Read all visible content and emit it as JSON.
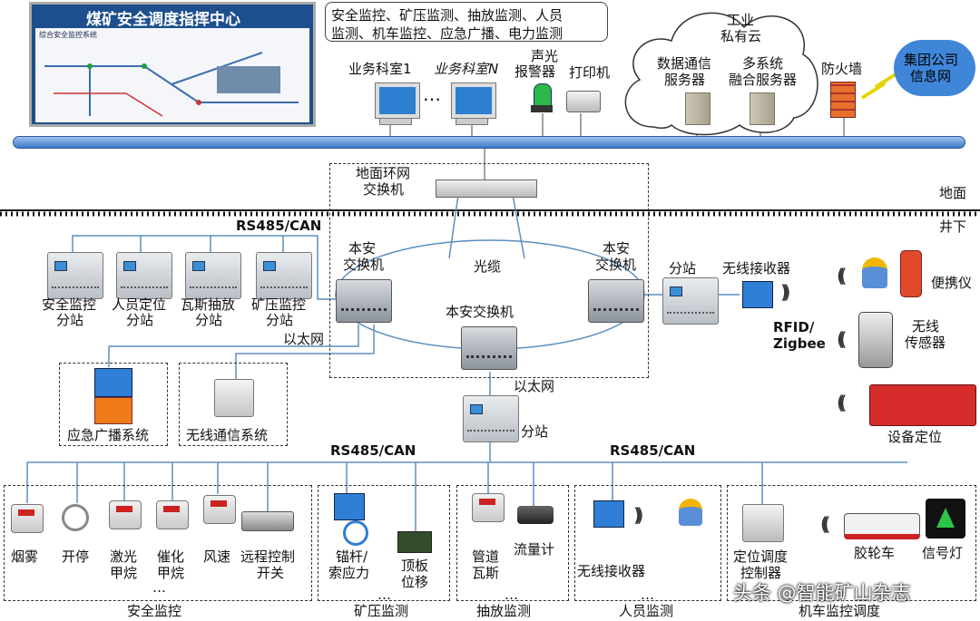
{
  "screen_title": "煤矿安全调度指挥中心",
  "screen_subtitle": "综合安全监控系统",
  "services_text_line1": "安全监控、矿压监测、抽放监测、人员",
  "services_text_line2": "监测、机车监控、应急广播、电力监测",
  "surface_devices": {
    "office1": "业务科室1",
    "ellipsis": "…",
    "officeN": "业务科室N",
    "alarm_line1": "声光",
    "alarm_line2": "报警器",
    "printer": "打印机"
  },
  "cloud": {
    "title_line1": "工业",
    "title_line2": "私有云",
    "server1_line1": "数据通信",
    "server1_line2": "服务器",
    "server2_line1": "多系统",
    "server2_line2": "融合服务器"
  },
  "firewall": "防火墙",
  "group_net_line1": "集团公司",
  "group_net_line2": "信息网",
  "ground_switch_line1": "地面环网",
  "ground_switch_line2": "交换机",
  "ground_label": "地面",
  "underground_label": "井下",
  "rs485_top": "RS485/CAN",
  "substations": [
    {
      "line1": "安全监控",
      "line2": "分站"
    },
    {
      "line1": "人员定位",
      "line2": "分站"
    },
    {
      "line1": "瓦斯抽放",
      "line2": "分站"
    },
    {
      "line1": "矿压监控",
      "line2": "分站"
    }
  ],
  "left_switch_line1": "本安",
  "left_switch_line2": "交换机",
  "right_switch_line1": "本安",
  "right_switch_line2": "交换机",
  "fiber_label": "光缆",
  "center_switch": "本安交换机",
  "ethernet_left": "以太网",
  "ethernet_bottom": "以太网",
  "right_station": "分站",
  "wireless_receiver_top": "无线接收器",
  "rfid_line1": "RFID/",
  "rfid_line2": "Zigbee",
  "portable": "便携仪",
  "wireless_sensor_line1": "无线",
  "wireless_sensor_line2": "传感器",
  "equipment_positioning": "设备定位",
  "emergency_broadcast": "应急广播系统",
  "wireless_comm": "无线通信系统",
  "bottom_station": "分站",
  "rs485_left": "RS485/CAN",
  "rs485_right": "RS485/CAN",
  "safety": {
    "items": [
      "烟雾",
      "开停",
      "激光",
      "催化",
      "风速",
      "远程控制"
    ],
    "items_line2": [
      "",
      "",
      "甲烷",
      "甲烷",
      "",
      "开关"
    ],
    "ellipsis": "…",
    "caption": "安全监控"
  },
  "pressure": {
    "item1_line1": "锚杆/",
    "item1_line2": "索应力",
    "item2_line1": "顶板",
    "item2_line2": "位移",
    "ellipsis": "…",
    "caption": "矿压监测"
  },
  "drainage": {
    "item1_line1": "管道",
    "item1_line2": "瓦斯",
    "item2": "流量计",
    "ellipsis": "…",
    "caption": "抽放监测"
  },
  "personnel": {
    "item1": "无线接收器",
    "ellipsis": "…",
    "caption": "人员监测"
  },
  "locomotive": {
    "item1_line1": "定位调度",
    "item1_line2": "控制器",
    "item2": "胶轮车",
    "item3": "信号灯",
    "caption": "机车监控调度"
  },
  "watermark": "头条 @智能矿山杂志"
}
